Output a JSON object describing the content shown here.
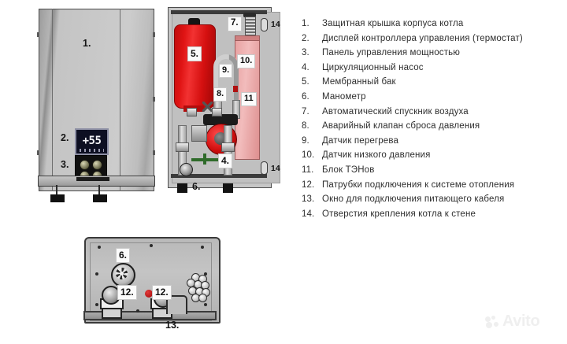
{
  "legend": {
    "items": [
      {
        "num": "1.",
        "text": "Защитная крышка корпуса котла"
      },
      {
        "num": "2.",
        "text": "Дисплей контроллера управления (термостат)"
      },
      {
        "num": "3.",
        "text": "Панель управления мощностью"
      },
      {
        "num": "4.",
        "text": "Циркуляционный насос"
      },
      {
        "num": "5.",
        "text": "Мембранный бак"
      },
      {
        "num": "6.",
        "text": "Манометр"
      },
      {
        "num": "7.",
        "text": "Автоматический спускник воздуха"
      },
      {
        "num": "8.",
        "text": "Аварийный клапан сброса давления"
      },
      {
        "num": "9.",
        "text": "Датчик перегрева"
      },
      {
        "num": "10.",
        "text": "Датчик низкого давления"
      },
      {
        "num": "11.",
        "text": "Блок ТЭНов"
      },
      {
        "num": "12.",
        "text": "Патрубки подключения к системе отопления"
      },
      {
        "num": "13.",
        "text": "Окно для подключения питающего кабеля"
      },
      {
        "num": "14.",
        "text": "Отверстия крепления котла к стене"
      }
    ]
  },
  "front_view": {
    "callout_cover": "1.",
    "callout_display": "2.",
    "callout_keypad": "3.",
    "display_value": "+55"
  },
  "cutaway_view": {
    "callout_tank": "5.",
    "callout_vent": "7.",
    "callout_relief_valve": "8.",
    "callout_overheat_sensor": "9.",
    "callout_low_pressure_sensor": "10.",
    "callout_heater_block": "11",
    "callout_pump": "4.",
    "callout_manometer": "6.",
    "callout_mount_top": "14",
    "callout_mount_bottom": "14"
  },
  "bottom_view": {
    "callout_manometer": "6.",
    "callout_port_left": "12.",
    "callout_port_right": "12.",
    "callout_cable_window": "13."
  },
  "watermark": {
    "text": "Avito"
  },
  "colors": {
    "tank_red": "#d51010",
    "pump_red": "#cf0d0d",
    "heater_pink": "#e8a2a2",
    "body_gray": "#c4c4c4",
    "text": "#2e2e2e",
    "display_bg": "#0d0f22",
    "watermark": "#efefef"
  }
}
